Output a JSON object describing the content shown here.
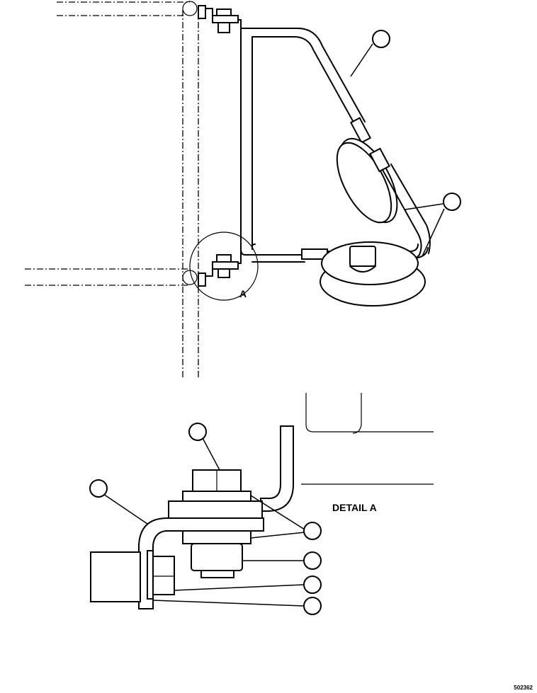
{
  "detail_marker": "A",
  "detail_title": "DETAIL A",
  "drawing_number": "502362",
  "callout_balloons": [
    {
      "id": "mirror-arm-callout",
      "text": ""
    },
    {
      "id": "mirror-head-callout",
      "text": ""
    },
    {
      "id": "upper-mount-callout",
      "text": ""
    },
    {
      "id": "lower-mount-callout",
      "text": ""
    },
    {
      "id": "detail-bolt-callout",
      "text": ""
    },
    {
      "id": "detail-bracket-callout",
      "text": ""
    },
    {
      "id": "detail-washer-callout",
      "text": ""
    },
    {
      "id": "detail-nut-callout",
      "text": ""
    },
    {
      "id": "detail-clamp-callout",
      "text": ""
    },
    {
      "id": "detail-block-callout",
      "text": ""
    }
  ]
}
